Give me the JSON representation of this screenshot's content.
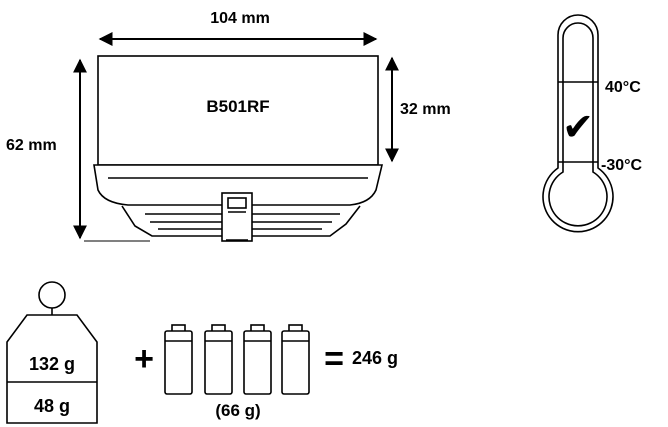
{
  "device": {
    "model": "B501RF",
    "width_label": "104 mm",
    "height_label": "62 mm",
    "body_height_label": "32 mm"
  },
  "temperature": {
    "max_label": "40°C",
    "min_label": "-30°C",
    "check_mark": "✔"
  },
  "weight": {
    "device_weight": "132 g",
    "base_weight": "48 g",
    "plus_sign": "+",
    "equals_sign": "=",
    "total_weight": "246 g",
    "batteries_weight": "(66 g)",
    "battery_count": 4
  }
}
